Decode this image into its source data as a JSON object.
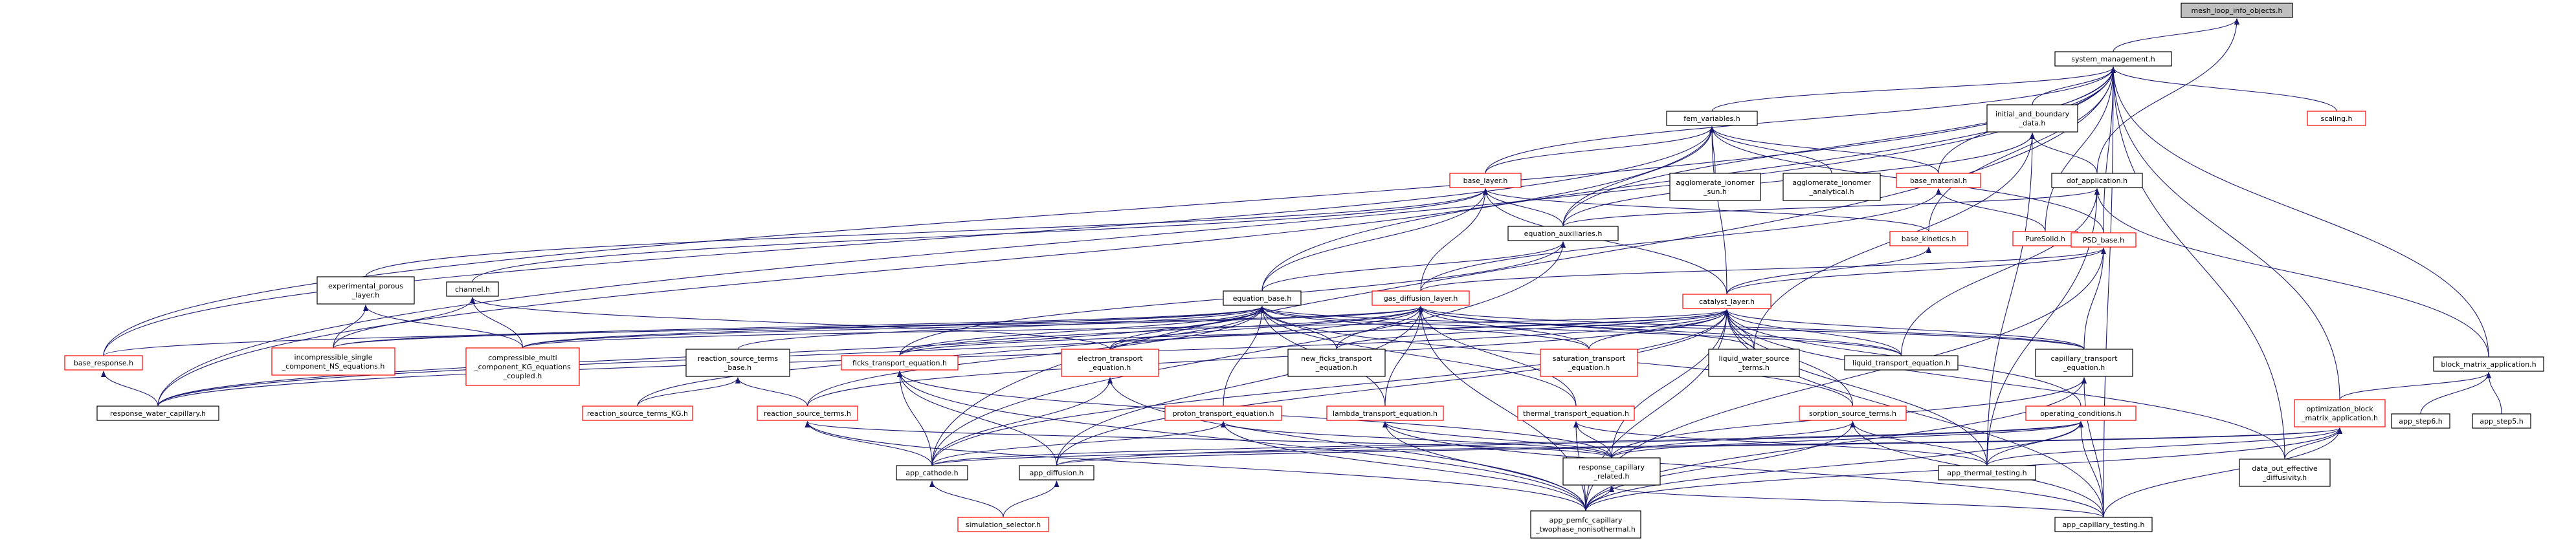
{
  "diagram": {
    "arrow_color": "#191970",
    "node_text_color": "#000000",
    "root_fill": "#bfbfbf",
    "border_black": "#000000",
    "border_red": "#ff0000",
    "nodes": [
      {
        "id": "mesh_loop",
        "lines": [
          "mesh_loop_info_objects.h"
        ],
        "style": "root"
      },
      {
        "id": "system_management",
        "lines": [
          "system_management.h"
        ],
        "style": "black"
      },
      {
        "id": "fem_variables",
        "lines": [
          "fem_variables.h"
        ],
        "style": "black"
      },
      {
        "id": "initial_boundary",
        "lines": [
          "initial_and_boundary",
          "_data.h"
        ],
        "style": "black"
      },
      {
        "id": "scaling",
        "lines": [
          "scaling.h"
        ],
        "style": "red"
      },
      {
        "id": "base_layer",
        "lines": [
          "base_layer.h"
        ],
        "style": "red"
      },
      {
        "id": "agglomerate_sun",
        "lines": [
          "agglomerate_ionomer",
          "_sun.h"
        ],
        "style": "black"
      },
      {
        "id": "agglomerate_analytical",
        "lines": [
          "agglomerate_ionomer",
          "_analytical.h"
        ],
        "style": "black"
      },
      {
        "id": "base_material",
        "lines": [
          "base_material.h"
        ],
        "style": "red"
      },
      {
        "id": "dof_application",
        "lines": [
          "dof_application.h"
        ],
        "style": "black"
      },
      {
        "id": "base_kinetics",
        "lines": [
          "base_kinetics.h"
        ],
        "style": "red"
      },
      {
        "id": "puresolid",
        "lines": [
          "PureSolid.h"
        ],
        "style": "red"
      },
      {
        "id": "psd_base",
        "lines": [
          "PSD_base.h"
        ],
        "style": "red"
      },
      {
        "id": "equation_auxiliaries",
        "lines": [
          "equation_auxiliaries.h"
        ],
        "style": "black"
      },
      {
        "id": "experimental_porous",
        "lines": [
          "experimental_porous",
          "_layer.h"
        ],
        "style": "black"
      },
      {
        "id": "channel",
        "lines": [
          "channel.h"
        ],
        "style": "black"
      },
      {
        "id": "equation_base",
        "lines": [
          "equation_base.h"
        ],
        "style": "black"
      },
      {
        "id": "gas_diffusion_layer",
        "lines": [
          "gas_diffusion_layer.h"
        ],
        "style": "red"
      },
      {
        "id": "catalyst_layer",
        "lines": [
          "catalyst_layer.h"
        ],
        "style": "red"
      },
      {
        "id": "base_response",
        "lines": [
          "base_response.h"
        ],
        "style": "red"
      },
      {
        "id": "incompressible",
        "lines": [
          "incompressible_single",
          "_component_NS_equations.h"
        ],
        "style": "red"
      },
      {
        "id": "compressible",
        "lines": [
          "compressible_multi",
          "_component_KG_equations",
          "_coupled.h"
        ],
        "style": "red"
      },
      {
        "id": "reaction_source_terms_base",
        "lines": [
          "reaction_source_terms",
          "_base.h"
        ],
        "style": "black"
      },
      {
        "id": "ficks_transport",
        "lines": [
          "ficks_transport_equation.h"
        ],
        "style": "red"
      },
      {
        "id": "electron_transport",
        "lines": [
          "electron_transport",
          "_equation.h"
        ],
        "style": "red"
      },
      {
        "id": "new_ficks",
        "lines": [
          "new_ficks_transport",
          "_equation.h"
        ],
        "style": "black"
      },
      {
        "id": "saturation_transport",
        "lines": [
          "saturation_transport",
          "_equation.h"
        ],
        "style": "red"
      },
      {
        "id": "liquid_water_source",
        "lines": [
          "liquid_water_source",
          "_terms.h"
        ],
        "style": "black"
      },
      {
        "id": "liquid_transport",
        "lines": [
          "liquid_transport_equation.h"
        ],
        "style": "black"
      },
      {
        "id": "capillary_transport",
        "lines": [
          "capillary_transport",
          "_equation.h"
        ],
        "style": "black"
      },
      {
        "id": "block_matrix",
        "lines": [
          "block_matrix_application.h"
        ],
        "style": "black"
      },
      {
        "id": "response_water_capillary",
        "lines": [
          "response_water_capillary.h"
        ],
        "style": "black"
      },
      {
        "id": "reaction_source_terms_kg",
        "lines": [
          "reaction_source_terms_KG.h"
        ],
        "style": "red"
      },
      {
        "id": "reaction_source_terms",
        "lines": [
          "reaction_source_terms.h"
        ],
        "style": "red"
      },
      {
        "id": "proton_transport",
        "lines": [
          "proton_transport_equation.h"
        ],
        "style": "red"
      },
      {
        "id": "lambda_transport",
        "lines": [
          "lambda_transport_equation.h"
        ],
        "style": "red"
      },
      {
        "id": "thermal_transport",
        "lines": [
          "thermal_transport_equation.h"
        ],
        "style": "red"
      },
      {
        "id": "sorption_source",
        "lines": [
          "sorption_source_terms.h"
        ],
        "style": "red"
      },
      {
        "id": "operating_conditions",
        "lines": [
          "operating_conditions.h"
        ],
        "style": "red"
      },
      {
        "id": "optimization_block",
        "lines": [
          "optimization_block",
          "_matrix_application.h"
        ],
        "style": "red"
      },
      {
        "id": "app_step6",
        "lines": [
          "app_step6.h"
        ],
        "style": "black"
      },
      {
        "id": "app_step5",
        "lines": [
          "app_step5.h"
        ],
        "style": "black"
      },
      {
        "id": "app_cathode",
        "lines": [
          "app_cathode.h"
        ],
        "style": "black"
      },
      {
        "id": "app_diffusion",
        "lines": [
          "app_diffusion.h"
        ],
        "style": "black"
      },
      {
        "id": "response_capillary_related",
        "lines": [
          "response_capillary",
          "_related.h"
        ],
        "style": "black"
      },
      {
        "id": "app_thermal_testing",
        "lines": [
          "app_thermal_testing.h"
        ],
        "style": "black"
      },
      {
        "id": "data_out_effective",
        "lines": [
          "data_out_effective",
          "_diffusivity.h"
        ],
        "style": "black"
      },
      {
        "id": "simulation_selector",
        "lines": [
          "simulation_selector.h"
        ],
        "style": "red"
      },
      {
        "id": "app_pemfc",
        "lines": [
          "app_pemfc_capillary",
          "_twophase_nonisothermal.h"
        ],
        "style": "black"
      },
      {
        "id": "app_capillary_testing",
        "lines": [
          "app_capillary_testing.h"
        ],
        "style": "black"
      }
    ],
    "edges": [
      [
        "system_management",
        "mesh_loop"
      ],
      [
        "dof_application",
        "mesh_loop"
      ],
      [
        "fem_variables",
        "system_management"
      ],
      [
        "initial_boundary",
        "system_management"
      ],
      [
        "scaling",
        "system_management"
      ],
      [
        "base_layer",
        "system_management"
      ],
      [
        "base_material",
        "system_management"
      ],
      [
        "base_kinetics",
        "system_management"
      ],
      [
        "puresolid",
        "system_management"
      ],
      [
        "psd_base",
        "system_management"
      ],
      [
        "equation_auxiliaries",
        "system_management"
      ],
      [
        "equation_base",
        "system_management"
      ],
      [
        "base_response",
        "system_management"
      ],
      [
        "block_matrix",
        "system_management"
      ],
      [
        "response_water_capillary",
        "system_management"
      ],
      [
        "app_cathode",
        "system_management"
      ],
      [
        "optimization_block",
        "system_management"
      ],
      [
        "app_capillary_testing",
        "system_management"
      ],
      [
        "data_out_effective",
        "system_management"
      ],
      [
        "base_layer",
        "fem_variables"
      ],
      [
        "agglomerate_sun",
        "fem_variables"
      ],
      [
        "agglomerate_analytical",
        "fem_variables"
      ],
      [
        "base_material",
        "fem_variables"
      ],
      [
        "psd_base",
        "fem_variables"
      ],
      [
        "equation_auxiliaries",
        "fem_variables"
      ],
      [
        "catalyst_layer",
        "fem_variables"
      ],
      [
        "base_response",
        "fem_variables"
      ],
      [
        "response_water_capillary",
        "fem_variables"
      ],
      [
        "dof_application",
        "initial_boundary"
      ],
      [
        "equation_auxiliaries",
        "initial_boundary"
      ],
      [
        "liquid_water_source",
        "initial_boundary"
      ],
      [
        "app_thermal_testing",
        "initial_boundary"
      ],
      [
        "experimental_porous",
        "base_layer"
      ],
      [
        "channel",
        "base_layer"
      ],
      [
        "gas_diffusion_layer",
        "base_layer"
      ],
      [
        "catalyst_layer",
        "base_layer"
      ],
      [
        "equation_base",
        "base_layer"
      ],
      [
        "base_kinetics",
        "base_layer"
      ],
      [
        "equation_auxiliaries",
        "base_layer"
      ],
      [
        "puresolid",
        "base_material"
      ],
      [
        "gas_diffusion_layer",
        "base_material"
      ],
      [
        "equation_auxiliaries",
        "dof_application"
      ],
      [
        "block_matrix",
        "dof_application"
      ],
      [
        "liquid_transport",
        "dof_application"
      ],
      [
        "app_thermal_testing",
        "dof_application"
      ],
      [
        "catalyst_layer",
        "base_kinetics"
      ],
      [
        "catalyst_layer",
        "psd_base"
      ],
      [
        "capillary_transport",
        "psd_base"
      ],
      [
        "app_pemfc",
        "psd_base"
      ],
      [
        "gas_diffusion_layer",
        "psd_base"
      ],
      [
        "equation_base",
        "equation_auxiliaries"
      ],
      [
        "ficks_transport",
        "equation_auxiliaries"
      ],
      [
        "app_cathode",
        "equation_auxiliaries"
      ],
      [
        "incompressible",
        "experimental_porous"
      ],
      [
        "compressible",
        "experimental_porous"
      ],
      [
        "incompressible",
        "channel"
      ],
      [
        "compressible",
        "channel"
      ],
      [
        "electron_transport",
        "channel"
      ],
      [
        "base_response",
        "equation_base"
      ],
      [
        "incompressible",
        "equation_base"
      ],
      [
        "compressible",
        "equation_base"
      ],
      [
        "reaction_source_terms_base",
        "equation_base"
      ],
      [
        "ficks_transport",
        "equation_base"
      ],
      [
        "electron_transport",
        "equation_base"
      ],
      [
        "proton_transport",
        "equation_base"
      ],
      [
        "lambda_transport",
        "equation_base"
      ],
      [
        "thermal_transport",
        "equation_base"
      ],
      [
        "saturation_transport",
        "equation_base"
      ],
      [
        "capillary_transport",
        "equation_base"
      ],
      [
        "liquid_transport",
        "equation_base"
      ],
      [
        "response_water_capillary",
        "equation_base"
      ],
      [
        "reaction_source_terms_kg",
        "equation_base"
      ],
      [
        "reaction_source_terms",
        "equation_base"
      ],
      [
        "new_ficks",
        "equation_base"
      ],
      [
        "sorption_source",
        "equation_base"
      ],
      [
        "compressible",
        "gas_diffusion_layer"
      ],
      [
        "ficks_transport",
        "gas_diffusion_layer"
      ],
      [
        "electron_transport",
        "gas_diffusion_layer"
      ],
      [
        "new_ficks",
        "gas_diffusion_layer"
      ],
      [
        "saturation_transport",
        "gas_diffusion_layer"
      ],
      [
        "liquid_water_source",
        "gas_diffusion_layer"
      ],
      [
        "liquid_transport",
        "gas_diffusion_layer"
      ],
      [
        "capillary_transport",
        "gas_diffusion_layer"
      ],
      [
        "lambda_transport",
        "gas_diffusion_layer"
      ],
      [
        "thermal_transport",
        "gas_diffusion_layer"
      ],
      [
        "app_diffusion",
        "gas_diffusion_layer"
      ],
      [
        "app_pemfc",
        "gas_diffusion_layer"
      ],
      [
        "response_water_capillary",
        "gas_diffusion_layer"
      ],
      [
        "incompressible",
        "gas_diffusion_layer"
      ],
      [
        "compressible",
        "catalyst_layer"
      ],
      [
        "ficks_transport",
        "catalyst_layer"
      ],
      [
        "electron_transport",
        "catalyst_layer"
      ],
      [
        "new_ficks",
        "catalyst_layer"
      ],
      [
        "saturation_transport",
        "catalyst_layer"
      ],
      [
        "liquid_water_source",
        "catalyst_layer"
      ],
      [
        "liquid_transport",
        "catalyst_layer"
      ],
      [
        "capillary_transport",
        "catalyst_layer"
      ],
      [
        "reaction_source_terms",
        "catalyst_layer"
      ],
      [
        "sorption_source",
        "catalyst_layer"
      ],
      [
        "response_capillary_related",
        "catalyst_layer"
      ],
      [
        "app_thermal_testing",
        "catalyst_layer"
      ],
      [
        "app_cathode",
        "catalyst_layer"
      ],
      [
        "app_pemfc",
        "catalyst_layer"
      ],
      [
        "app_capillary_testing",
        "catalyst_layer"
      ],
      [
        "operating_conditions",
        "catalyst_layer"
      ],
      [
        "data_out_effective",
        "catalyst_layer"
      ],
      [
        "response_water_capillary",
        "catalyst_layer"
      ],
      [
        "app_diffusion",
        "catalyst_layer"
      ],
      [
        "reaction_source_terms_kg",
        "reaction_source_terms_base"
      ],
      [
        "reaction_source_terms",
        "reaction_source_terms_base"
      ],
      [
        "app_cathode",
        "ficks_transport"
      ],
      [
        "app_diffusion",
        "ficks_transport"
      ],
      [
        "app_pemfc",
        "ficks_transport"
      ],
      [
        "response_capillary_related",
        "ficks_transport"
      ],
      [
        "app_cathode",
        "electron_transport"
      ],
      [
        "app_pemfc",
        "electron_transport"
      ],
      [
        "response_capillary_related",
        "capillary_transport"
      ],
      [
        "app_pemfc",
        "capillary_transport"
      ],
      [
        "app_capillary_testing",
        "capillary_transport"
      ],
      [
        "app_step6",
        "block_matrix"
      ],
      [
        "app_step5",
        "block_matrix"
      ],
      [
        "optimization_block",
        "block_matrix"
      ],
      [
        "app_cathode",
        "reaction_source_terms"
      ],
      [
        "app_pemfc",
        "reaction_source_terms"
      ],
      [
        "response_capillary_related",
        "reaction_source_terms"
      ],
      [
        "app_cathode",
        "proton_transport"
      ],
      [
        "app_pemfc",
        "proton_transport"
      ],
      [
        "response_capillary_related",
        "proton_transport"
      ],
      [
        "app_pemfc",
        "lambda_transport"
      ],
      [
        "response_capillary_related",
        "lambda_transport"
      ],
      [
        "app_capillary_testing",
        "lambda_transport"
      ],
      [
        "app_pemfc",
        "thermal_transport"
      ],
      [
        "response_capillary_related",
        "thermal_transport"
      ],
      [
        "app_thermal_testing",
        "thermal_transport"
      ],
      [
        "app_pemfc",
        "sorption_source"
      ],
      [
        "response_capillary_related",
        "sorption_source"
      ],
      [
        "app_capillary_testing",
        "sorption_source"
      ],
      [
        "app_thermal_testing",
        "sorption_source"
      ],
      [
        "app_cathode",
        "operating_conditions"
      ],
      [
        "app_diffusion",
        "operating_conditions"
      ],
      [
        "app_thermal_testing",
        "operating_conditions"
      ],
      [
        "app_pemfc",
        "operating_conditions"
      ],
      [
        "app_capillary_testing",
        "operating_conditions"
      ],
      [
        "response_capillary_related",
        "operating_conditions"
      ],
      [
        "app_cathode",
        "optimization_block"
      ],
      [
        "app_diffusion",
        "optimization_block"
      ],
      [
        "app_thermal_testing",
        "optimization_block"
      ],
      [
        "app_pemfc",
        "optimization_block"
      ],
      [
        "app_capillary_testing",
        "optimization_block"
      ],
      [
        "data_out_effective",
        "optimization_block"
      ],
      [
        "simulation_selector",
        "app_cathode"
      ],
      [
        "simulation_selector",
        "app_diffusion"
      ],
      [
        "app_pemfc",
        "response_capillary_related"
      ],
      [
        "app_capillary_testing",
        "response_capillary_related"
      ],
      [
        "response_water_capillary",
        "base_response"
      ]
    ]
  }
}
